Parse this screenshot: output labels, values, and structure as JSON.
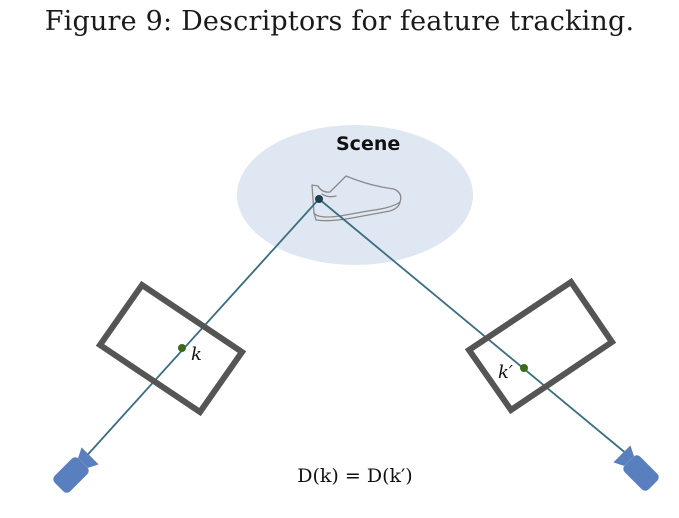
{
  "figure": {
    "caption": "Figure 9: Descriptors for feature tracking."
  },
  "scene": {
    "label": "Scene",
    "object_icon": "shoe-icon"
  },
  "keypoints": {
    "left": "k",
    "right": "k′"
  },
  "equation": "D(k) = D(k′)",
  "colors": {
    "scene_ellipse": "#dfe7f2",
    "ray": "#3b6f80",
    "image_plane": "#555555",
    "keypoint": "#3c6b1e",
    "scene_point": "#1f3f4a",
    "camera": "#5a7fbf",
    "shoe_outline": "#8a8a8a"
  }
}
